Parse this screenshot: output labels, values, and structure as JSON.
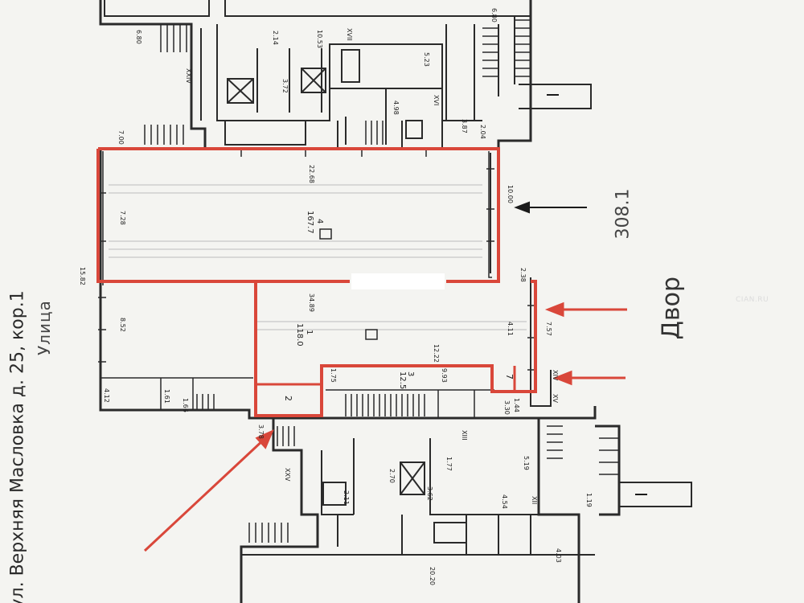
{
  "address": "ул. Верхняя Масловка д. 25, кор.1",
  "street_note": "Улица",
  "yard_note": "Двор",
  "plan_code": "308.1",
  "watermark": "CIAN.RU",
  "colors": {
    "highlight": "#d9473a",
    "ink": "#2a2a2a",
    "paper": "#f4f4f1"
  },
  "rooms": [
    {
      "number": "4",
      "area": "167.7"
    },
    {
      "number": "1",
      "area": "118.0"
    },
    {
      "number": "3",
      "area": "12.5"
    },
    {
      "number": "2",
      "area": ""
    },
    {
      "number": "7",
      "area": ""
    }
  ],
  "dimensions": [
    "22.68",
    "7.28",
    "10.00",
    "15.82",
    "34.89",
    "8.52",
    "12.22",
    "4.11",
    "7.57",
    "1.75",
    "2.38",
    "9.93",
    "7.00",
    "6.80",
    "10.53",
    "5.23",
    "2.14",
    "3.72",
    "4.98",
    "3.87",
    "2.04",
    "4.12",
    "1.61",
    "1.66",
    "3.78",
    "1.44",
    "3.30",
    "5.19",
    "4.54",
    "2.70",
    "1.77",
    "1.19",
    "20.20",
    "4.03",
    "3.62",
    "2.11",
    "6.80"
  ],
  "roman_markers": [
    "XXIV",
    "XVII",
    "XVI",
    "XXV",
    "XIII",
    "XII",
    "XIV",
    "XV"
  ]
}
